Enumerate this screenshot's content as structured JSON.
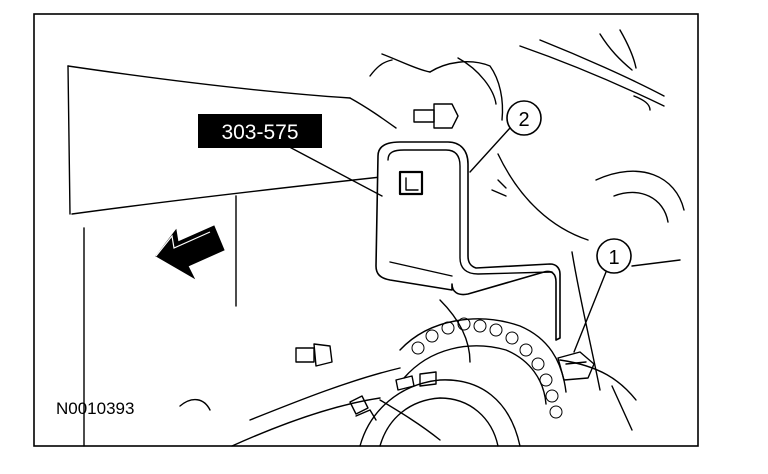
{
  "figure": {
    "tool_label": "303-575",
    "callouts": [
      "1",
      "2"
    ],
    "figure_id": "N0010393"
  },
  "icons": {
    "direction_arrow": "direction-arrow-icon"
  }
}
